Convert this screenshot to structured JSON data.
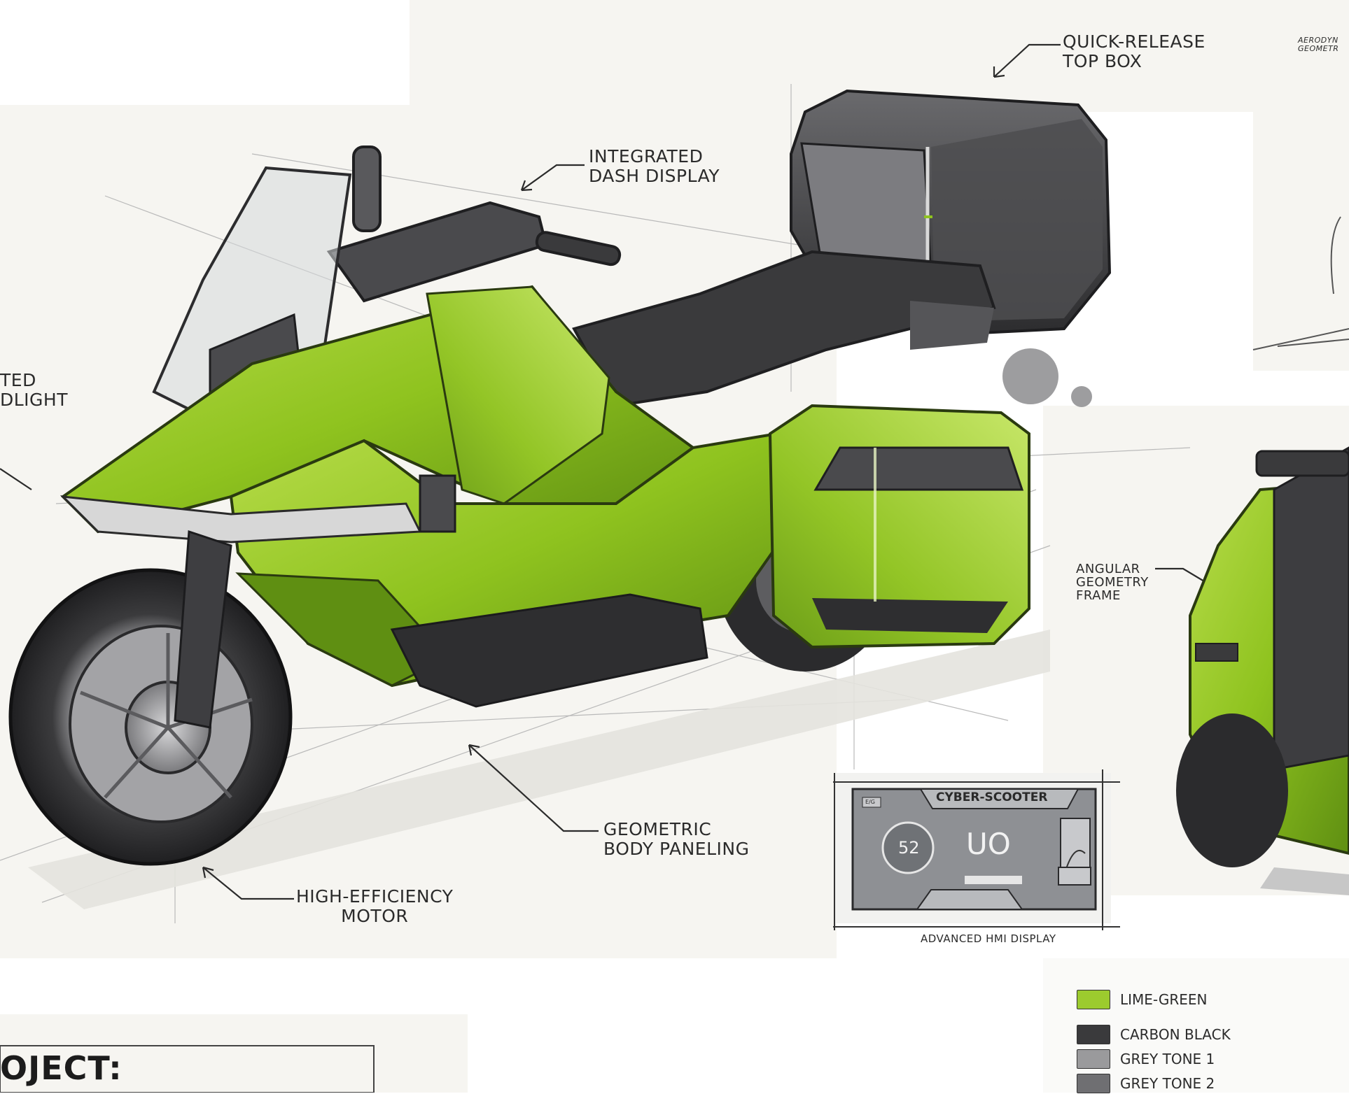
{
  "callouts": {
    "top_box": [
      "QUICK-RELEASE",
      "TOP BOX"
    ],
    "dash": [
      "INTEGRATED",
      "DASH DISPLAY"
    ],
    "headlight": [
      "TED",
      "DLIGHT"
    ],
    "body": [
      "GEOMETRIC",
      "BODY PANELING"
    ],
    "motor": [
      "HIGH-EFFICIENCY",
      "MOTOR"
    ],
    "frame": [
      "ANGULAR",
      "GEOMETRY",
      "FRAME"
    ],
    "aero": [
      "AERODYN",
      "GEOMETR"
    ]
  },
  "hmi": {
    "title": "CYBER-SCOOTER",
    "speed": "52",
    "readout": "UO",
    "caption": "ADVANCED HMI DISPLAY",
    "badge": "E/G"
  },
  "project_label": "OJECT:",
  "palette": [
    {
      "name": "LIME-GREEN",
      "color": "#9ccb2e"
    },
    {
      "name": "CARBON BLACK",
      "color": "#3a3a3c"
    },
    {
      "name": "GREY TONE 1",
      "color": "#9a9a9c"
    },
    {
      "name": "GREY TONE 2",
      "color": "#6f6f72"
    }
  ],
  "colors": {
    "lime": "#8fc31f",
    "lime_dark": "#5f8f12",
    "carbon": "#3a3a3c",
    "paper": "#f6f5f1"
  }
}
